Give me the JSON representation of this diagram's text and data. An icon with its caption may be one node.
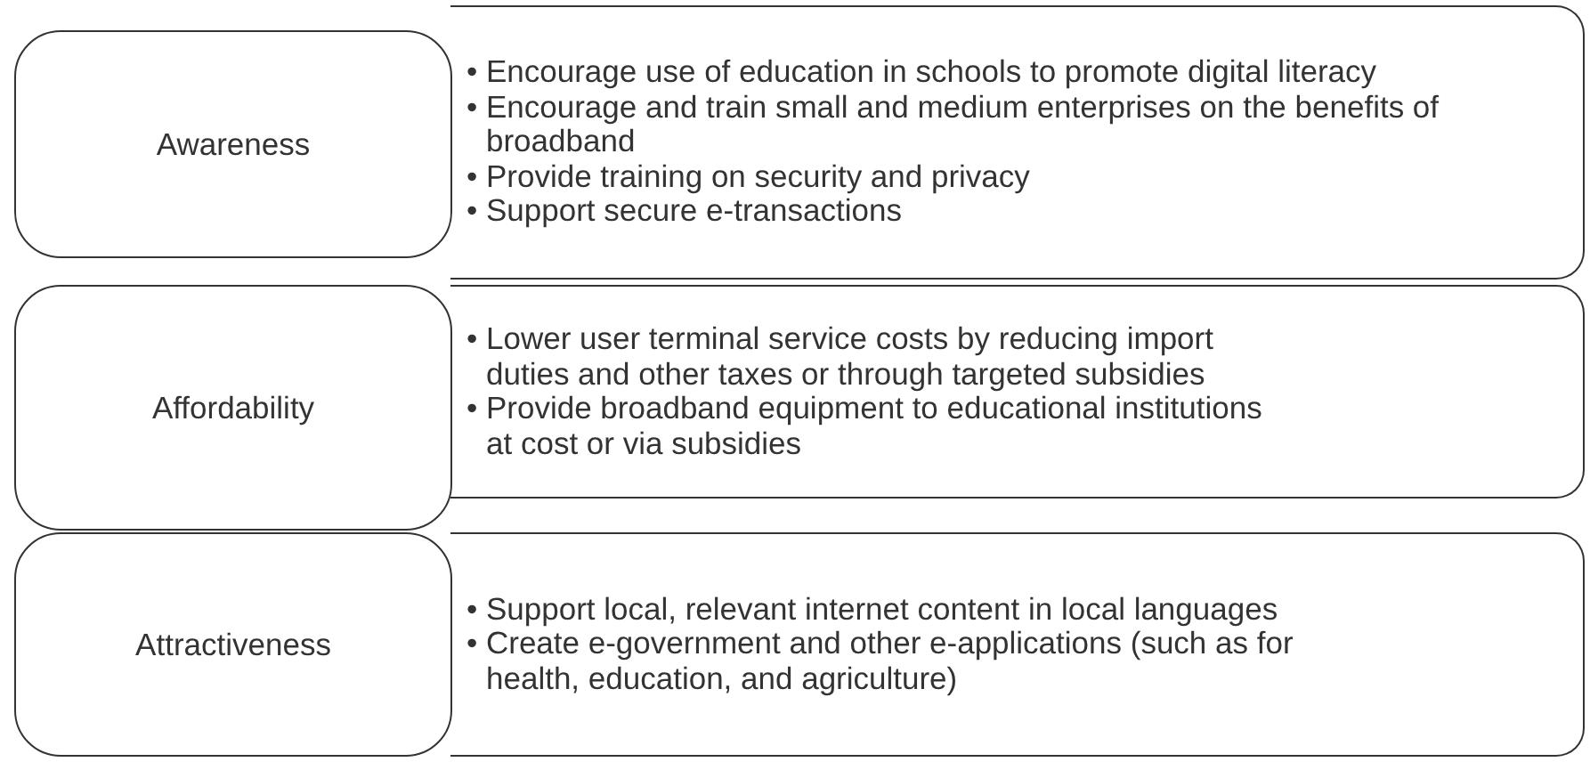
{
  "diagram": {
    "nodes": [
      {
        "text": [
          "• Encourage use of education in schools to promote digital literacy",
          "• Encourage and train small and medium enterprises on the benefits of broadband",
          "• Provide training on security and privacy",
          "• Support secure e-transactions"
        ]
      },
      {
        "text": [
          "Awareness"
        ]
      },
      {
        "text": [
          "• Lower user terminal service costs by reducing import duties and other taxes or through targeted subsidies",
          "• Provide broadband equipment to educational institutions at cost or via subsidies"
        ]
      },
      {
        "text": [
          "Affordability"
        ]
      },
      {
        "text": [
          "• Support local, relevant internet content in local languages",
          "• Create e-government and other e-applications (such as for health, education, and agriculture)"
        ]
      },
      {
        "text": [
          "Attractiveness"
        ]
      }
    ]
  }
}
